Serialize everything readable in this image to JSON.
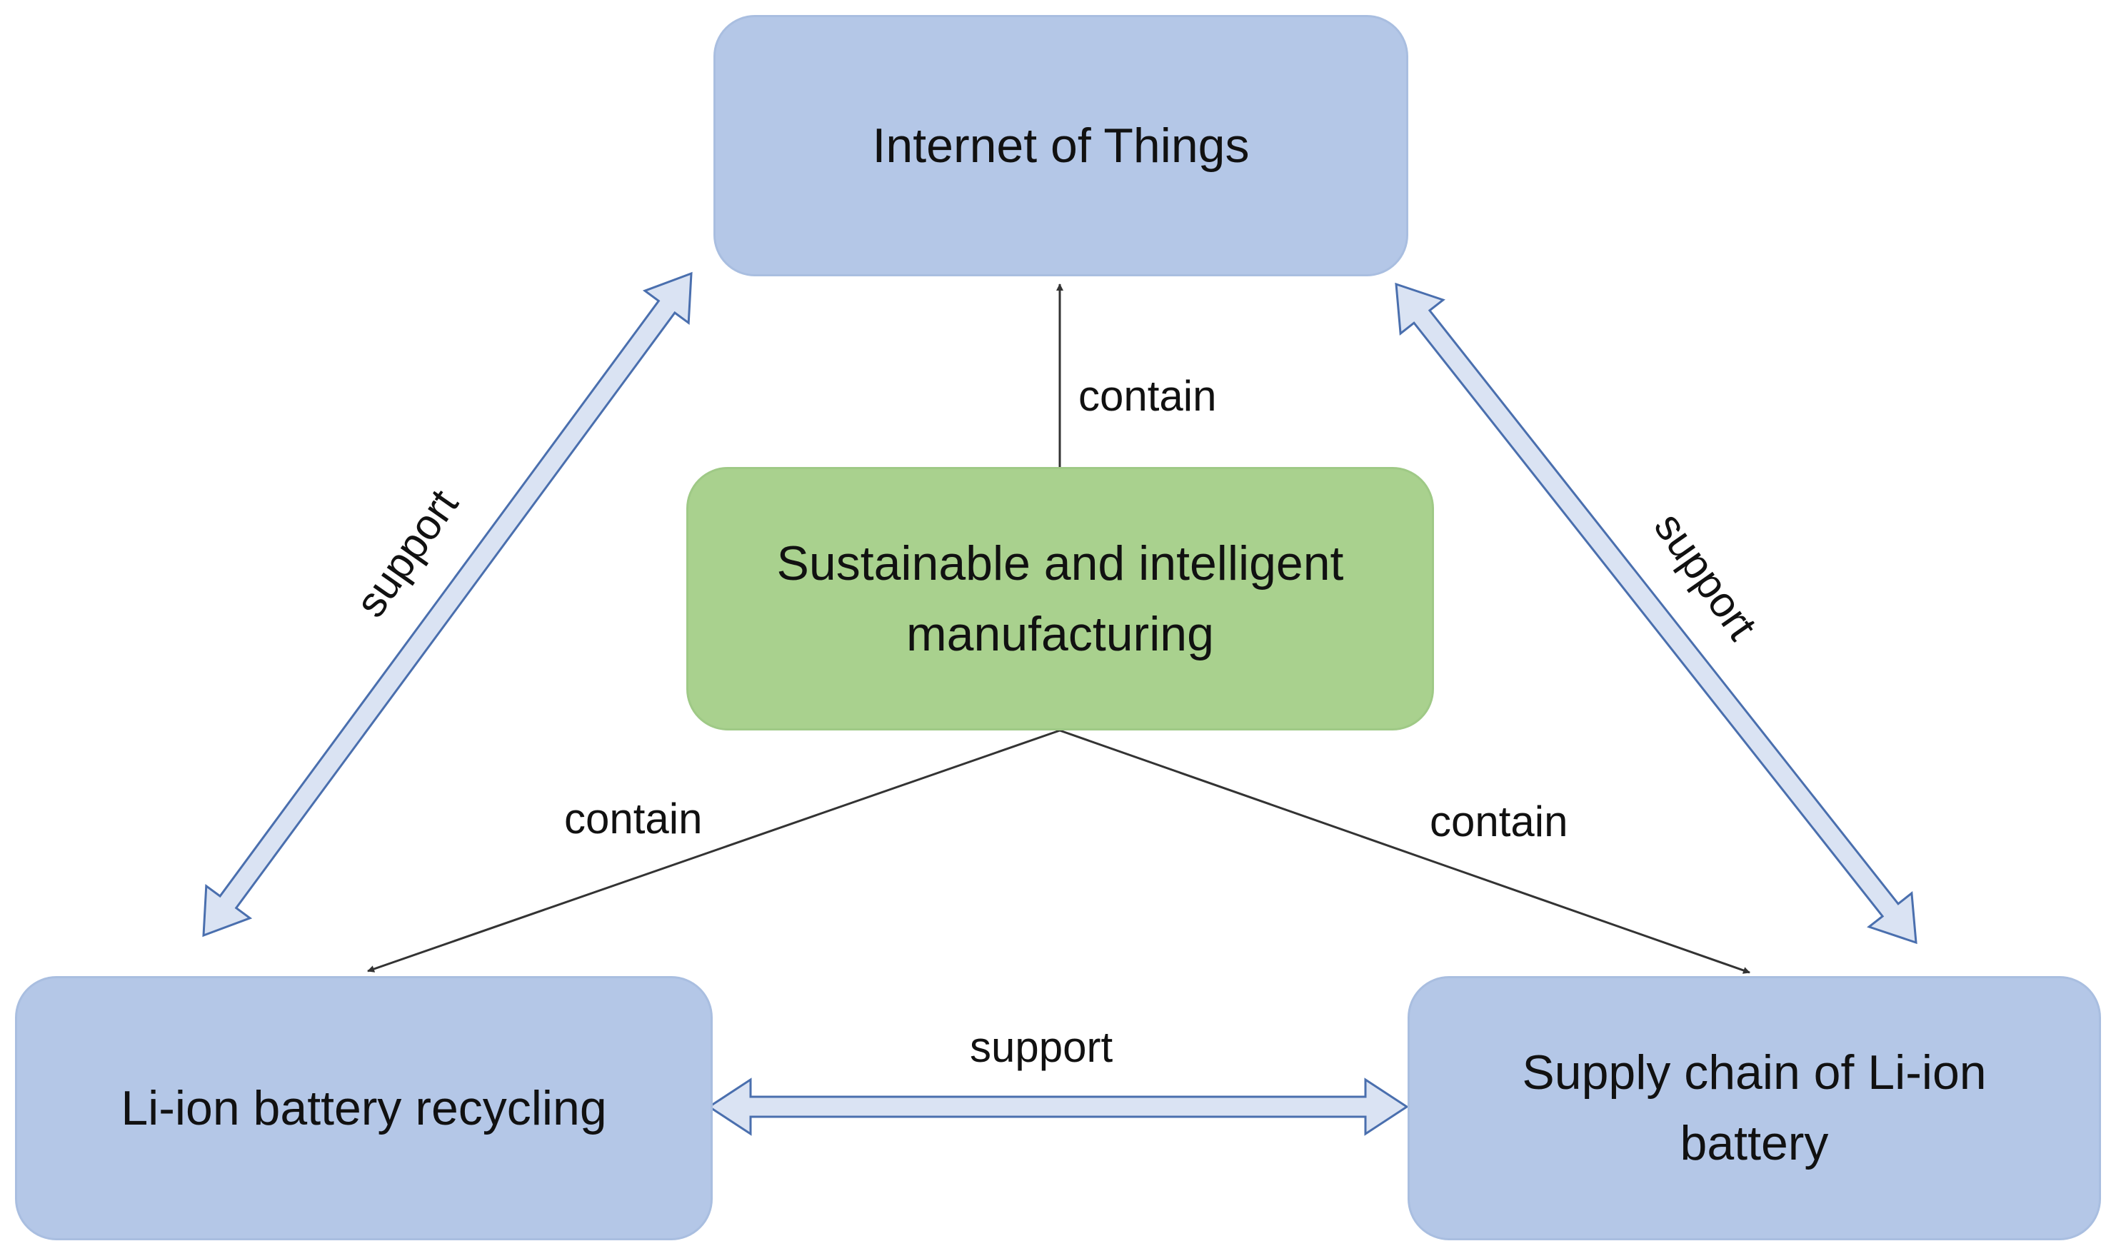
{
  "colors": {
    "blue_box": "#b4c7e7",
    "green_box": "#a9d18e",
    "arrow_fill": "#dae3f3",
    "arrow_stroke": "#4a6fae",
    "line": "#333333",
    "text": "#111111"
  },
  "nodes": {
    "iot": "Internet of Things",
    "center_line1": "Sustainable and intelligent",
    "center_line2": "manufacturing",
    "recycling": "Li-ion battery recycling",
    "supply_line1": "Supply chain of Li-ion",
    "supply_line2": "battery"
  },
  "edges": {
    "contain_top": "contain",
    "contain_left": "contain",
    "contain_right": "contain",
    "support_left": "support",
    "support_right": "support",
    "support_bottom": "support"
  }
}
